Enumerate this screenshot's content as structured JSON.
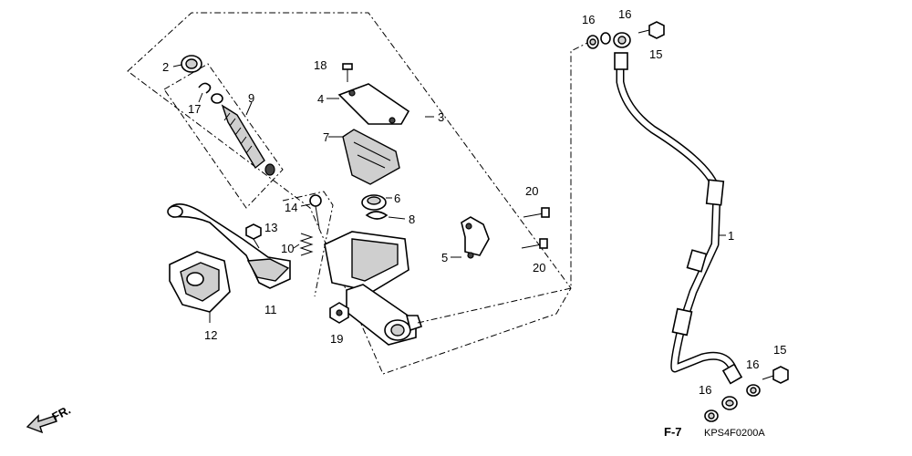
{
  "callouts": {
    "c1": "1",
    "c2": "2",
    "c3": "3",
    "c4": "4",
    "c5": "5",
    "c6": "6",
    "c7": "7",
    "c8": "8",
    "c9": "9",
    "c10": "10",
    "c11": "11",
    "c12": "12",
    "c13": "13",
    "c14": "14",
    "c15a": "15",
    "c15b": "15",
    "c16a": "16",
    "c16b": "16",
    "c16c": "16",
    "c16d": "16",
    "c17": "17",
    "c18": "18",
    "c19": "19",
    "c20a": "20",
    "c20b": "20"
  },
  "reference": "F-7",
  "diagram_code": "KPS4F0200A",
  "front_indicator": "FR."
}
